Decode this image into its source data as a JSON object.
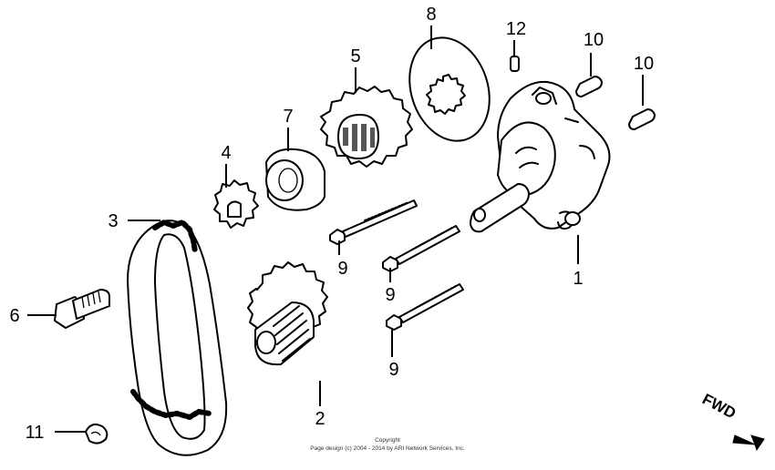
{
  "callouts": {
    "p1": "1",
    "p2": "2",
    "p3": "3",
    "p4": "4",
    "p5": "5",
    "p6": "6",
    "p7": "7",
    "p8": "8",
    "p9a": "9",
    "p9b": "9",
    "p9c": "9",
    "p10a": "10",
    "p10b": "10",
    "p11": "11",
    "p12": "12"
  },
  "copyright": {
    "line1": "Copyright",
    "line2": "Page design (c) 2004 - 2014 by ARI Network Services, Inc."
  },
  "direction_label": "FWD"
}
